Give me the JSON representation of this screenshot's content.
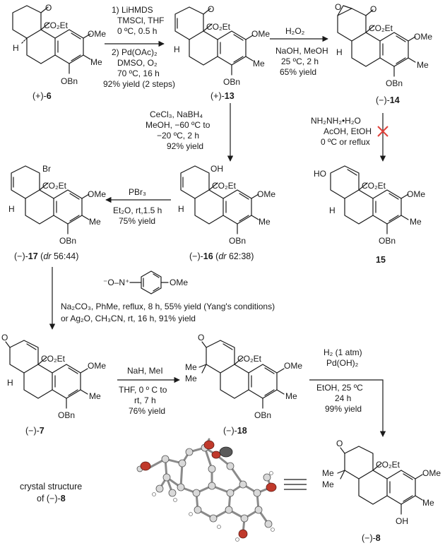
{
  "compounds": {
    "c6": {
      "sign": "(+)-",
      "num": "6"
    },
    "c13": {
      "sign": "(+)-",
      "num": "13"
    },
    "c14": {
      "sign": "(−)-",
      "num": "14"
    },
    "c15": {
      "num": "15"
    },
    "c16": {
      "sign": "(−)-",
      "num": "16",
      "dr_label": "dr",
      "dr_value": "62:38"
    },
    "c17": {
      "sign": "(−)-",
      "num": "17",
      "dr_label": "dr",
      "dr_value": "56:44"
    },
    "c7": {
      "sign": "(−)-",
      "num": "7"
    },
    "c18": {
      "sign": "(−)-",
      "num": "18"
    },
    "c8": {
      "sign": "(−)-",
      "num": "8"
    }
  },
  "atoms": {
    "o": "O",
    "oh": "OH",
    "ho": "HO",
    "br": "Br",
    "h": "H",
    "co2et": "CO₂Et",
    "ome": "OMe",
    "me": "Me",
    "obn": "OBn",
    "n_oxide": "⁻O–N⁺"
  },
  "conditions": {
    "step1": [
      "1) LiHMDS",
      "TMSCl, THF",
      "0 ºC, 0.5 h",
      "2) Pd(OAc)₂",
      "DMSO, O₂",
      "70 ºC, 16 h",
      "92% yield (2 steps)"
    ],
    "step2": [
      "H₂O₂",
      "NaOH, MeOH",
      "25 ºC, 2 h",
      "65% yield"
    ],
    "step3": [
      "NH₂NH₂•H₂O",
      "AcOH, EtOH",
      "0 ºC or reflux"
    ],
    "step4": [
      "CeCl₃, NaBH₄",
      "MeOH, −60 ºC to",
      "−20 ºC, 2 h",
      "92% yield"
    ],
    "step5": [
      "PBr₃",
      "Et₂O, rt,1.5 h",
      "75% yield"
    ],
    "step6": [
      "Na₂CO₃, PhMe, reflux, 8 h, 55% yield (Yang's conditions)",
      "or Ag₂O, CH₃CN, rt, 16 h, 91% yield"
    ],
    "step7": [
      "NaH, MeI",
      "THF, 0 º C to",
      "rt, 7 h",
      "76% yield"
    ],
    "step8": [
      "H₂ (1 atm)",
      "Pd(OH)₂",
      "EtOH, 25 ºC",
      "24 h",
      "99% yield"
    ]
  },
  "crystal": {
    "line1": "crystal structure",
    "line2": "of (−)-",
    "num": "8"
  }
}
